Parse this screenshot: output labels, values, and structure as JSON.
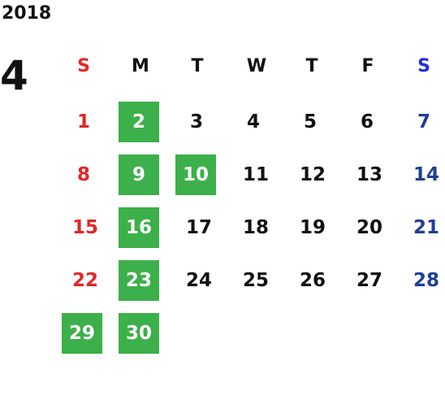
{
  "calendar": {
    "year": "2018",
    "month": "4",
    "weekday_headers": [
      "S",
      "M",
      "T",
      "W",
      "T",
      "F",
      "S"
    ],
    "weeks": [
      [
        "1",
        "2",
        "3",
        "4",
        "5",
        "6",
        "7"
      ],
      [
        "8",
        "9",
        "10",
        "11",
        "12",
        "13",
        "14"
      ],
      [
        "15",
        "16",
        "17",
        "18",
        "19",
        "20",
        "21"
      ],
      [
        "22",
        "23",
        "24",
        "25",
        "26",
        "27",
        "28"
      ],
      [
        "29",
        "30",
        "",
        "",
        "",
        "",
        ""
      ]
    ],
    "highlighted_days": [
      "2",
      "9",
      "10",
      "16",
      "23",
      "29",
      "30"
    ]
  },
  "colors": {
    "sunday_header": "#e32626",
    "saturday_header": "#1f2ed6",
    "sunday": "#e32626",
    "saturday": "#1f3f93",
    "weekday": "#111111",
    "highlight_bg": "#3cb04a",
    "highlight_text": "#ffffff"
  }
}
